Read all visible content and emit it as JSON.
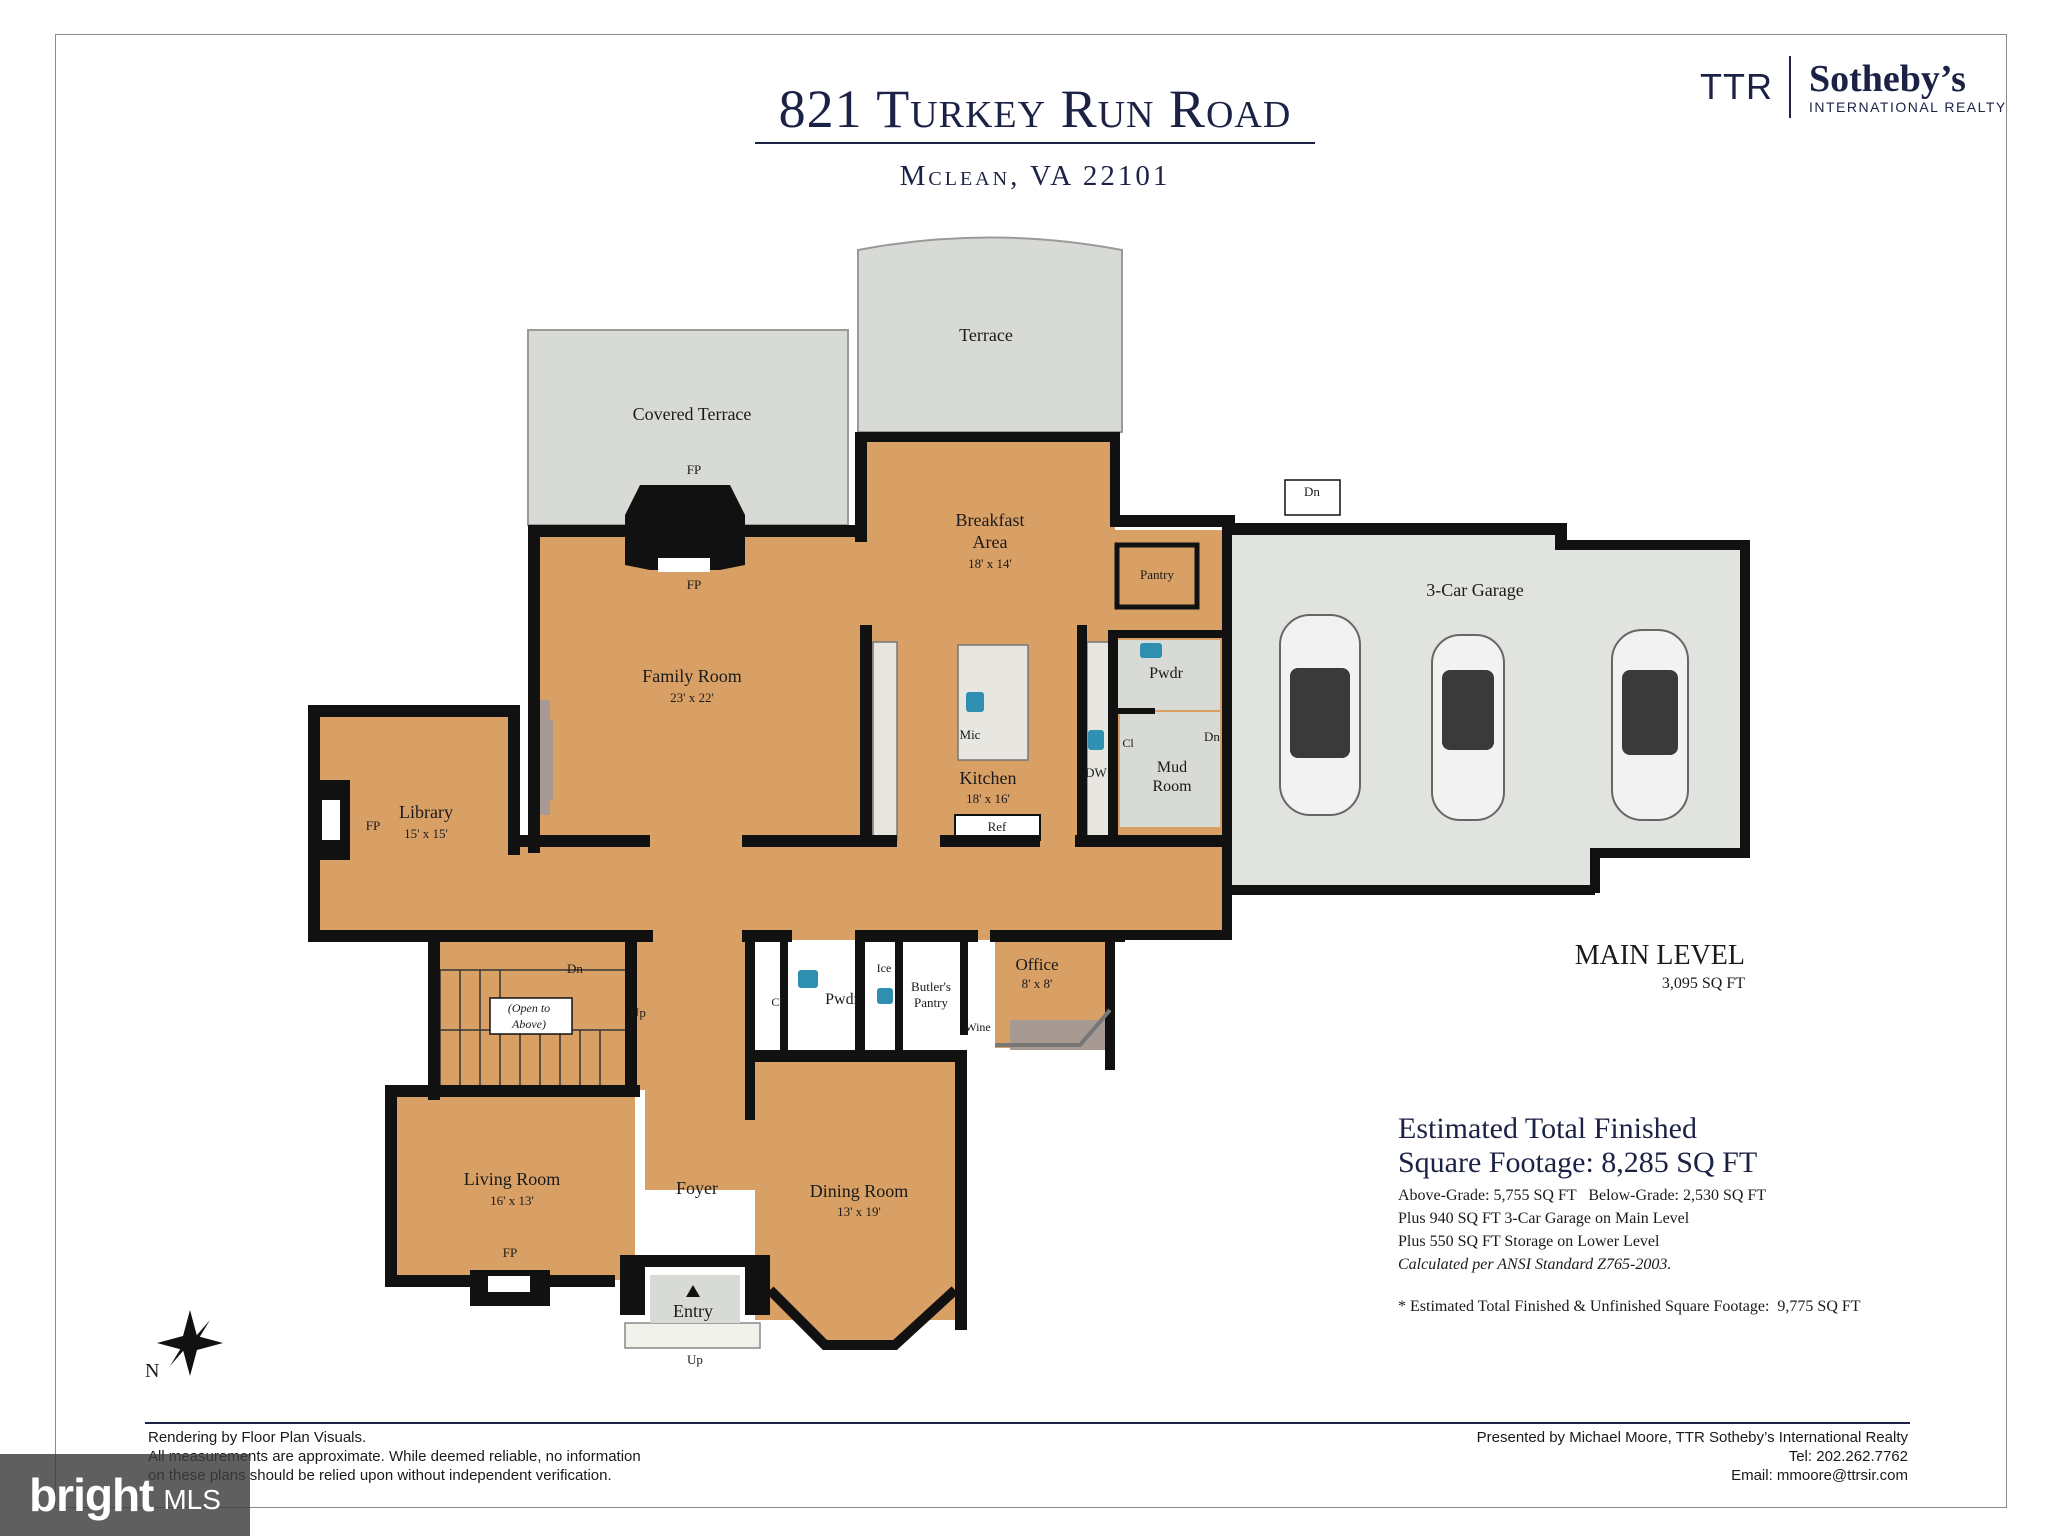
{
  "header": {
    "title": "821 Turkey Run Road",
    "subtitle": "Mclean, VA 22101"
  },
  "logo": {
    "ttr": "TTR",
    "brand": "Sotheby’s",
    "tagline": "INTERNATIONAL REALTY"
  },
  "rooms": {
    "covered_terrace": "Covered Terrace",
    "terrace": "Terrace",
    "fp_top": "FP",
    "fp_family": "FP",
    "breakfast_1": "Breakfast",
    "breakfast_2": "Area",
    "breakfast_dim": "18' x 14'",
    "pantry": "Pantry",
    "garage": "3-Car Garage",
    "garage_dn": "Dn",
    "family": "Family Room",
    "family_dim": "23' x 22'",
    "kitchen": "Kitchen",
    "kitchen_dim": "18' x 16'",
    "mic": "Mic",
    "dw": "DW",
    "ref": "Ref",
    "pwdr_1": "Pwdr",
    "cl_1": "Cl",
    "mud_1": "Mud",
    "mud_2": "Room",
    "mud_dn": "Dn",
    "library": "Library",
    "library_dim": "15' x 15'",
    "fp_library": "FP",
    "stair_dn": "Dn",
    "stair_up": "Up",
    "open_above_1": "(Open to",
    "open_above_2": "Above)",
    "cl_2": "Cl",
    "pwdr_2": "Pwdr",
    "ice": "Ice",
    "butlers_1": "Butler's",
    "butlers_2": "Pantry",
    "wine": "Wine",
    "office": "Office",
    "office_dim": "8' x 8'",
    "living": "Living Room",
    "living_dim": "16' x 13'",
    "fp_living": "FP",
    "foyer": "Foyer",
    "dining": "Dining Room",
    "dining_dim": "13' x 19'",
    "entry": "Entry",
    "entry_up": "Up"
  },
  "level": {
    "name": "MAIN LEVEL",
    "sqft": "3,095 SQ FT"
  },
  "estimate": {
    "heading_1": "Estimated Total Finished",
    "heading_2": "Square Footage: 8,285 SQ FT",
    "line_1": "Above-Grade: 5,755 SQ FT   Below-Grade: 2,530 SQ FT",
    "line_2": "Plus 940 SQ FT 3-Car Garage on Main Level",
    "line_3": "Plus 550 SQ FT Storage on Lower Level",
    "line_4": "Calculated per ANSI Standard Z765-2003.",
    "note": "* Estimated Total Finished & Unfinished Square Footage:  9,775 SQ FT"
  },
  "compass": {
    "north": "N"
  },
  "footer": {
    "left_1": "Rendering by Floor Plan Visuals.",
    "left_2": "All measurements are approximate. While deemed reliable, no information",
    "left_3": "on these plans should be relied upon without independent verification.",
    "right_1": "Presented by Michael Moore, TTR Sotheby’s International Realty",
    "right_2": "Tel: 202.262.7762",
    "right_3": "Email: mmoore@ttrsir.com"
  },
  "watermark": {
    "word": "bright",
    "mls": "MLS"
  },
  "colors": {
    "navy": "#1c2245",
    "floor": "#d9a066",
    "terrace": "#d8dad6",
    "garage": "#e1e3df",
    "wall": "#111111"
  }
}
